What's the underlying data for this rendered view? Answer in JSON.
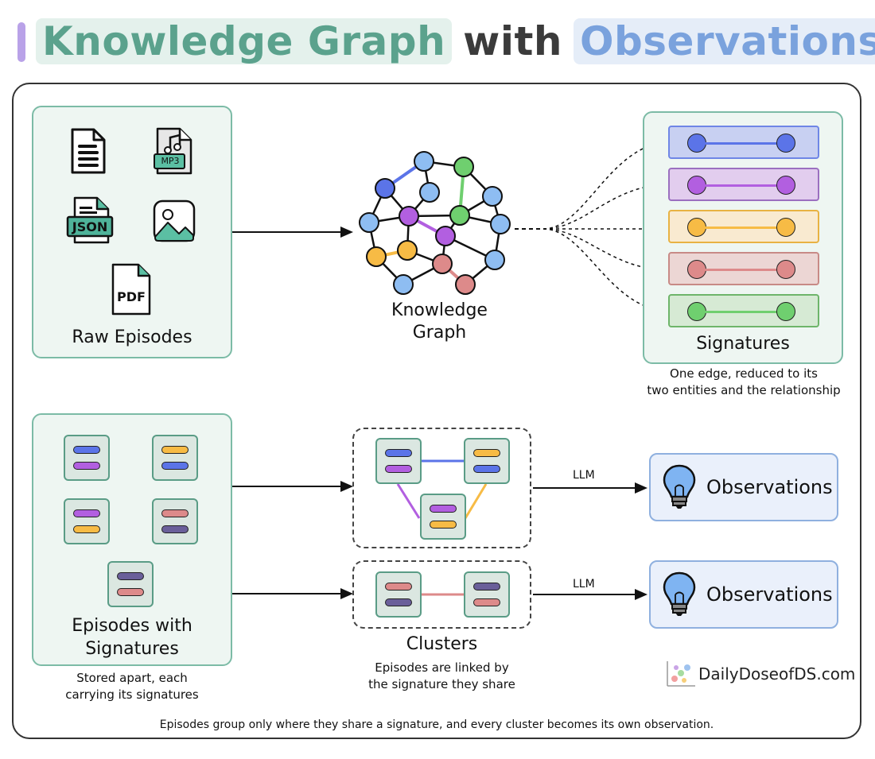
{
  "title": {
    "part1": "Knowledge Graph",
    "part2": "with",
    "part3": "Observations"
  },
  "raw_episodes": {
    "label": "Raw Episodes",
    "file_badges": {
      "mp3": "MP3",
      "json": "JSON",
      "pdf": "PDF"
    }
  },
  "knowledge_graph": {
    "label_line1": "Knowledge",
    "label_line2": "Graph"
  },
  "signatures": {
    "label": "Signatures",
    "caption_line1": "One edge, reduced to its",
    "caption_line2": "two entities and the relationship"
  },
  "episodes_with_signatures": {
    "label_line1": "Episodes with",
    "label_line2": "Signatures",
    "caption_line1": "Stored apart, each",
    "caption_line2": "carrying its signatures"
  },
  "clusters": {
    "label": "Clusters",
    "caption_line1": "Episodes are linked by",
    "caption_line2": "the signature they share"
  },
  "llm_label": "LLM",
  "observations": [
    "Observations",
    "Observations"
  ],
  "brand": "DailyDoseofDS.com",
  "footer": "Episodes group only where they share a signature, and every cluster becomes its own observation.",
  "colors": {
    "blue": "#5b74e8",
    "purple": "#b25fe0",
    "yellow": "#f7bb45",
    "red": "#dd8a8a",
    "green": "#6fcf6f",
    "lightblue": "#8ebdf2",
    "navy": "#6a5f9a"
  }
}
